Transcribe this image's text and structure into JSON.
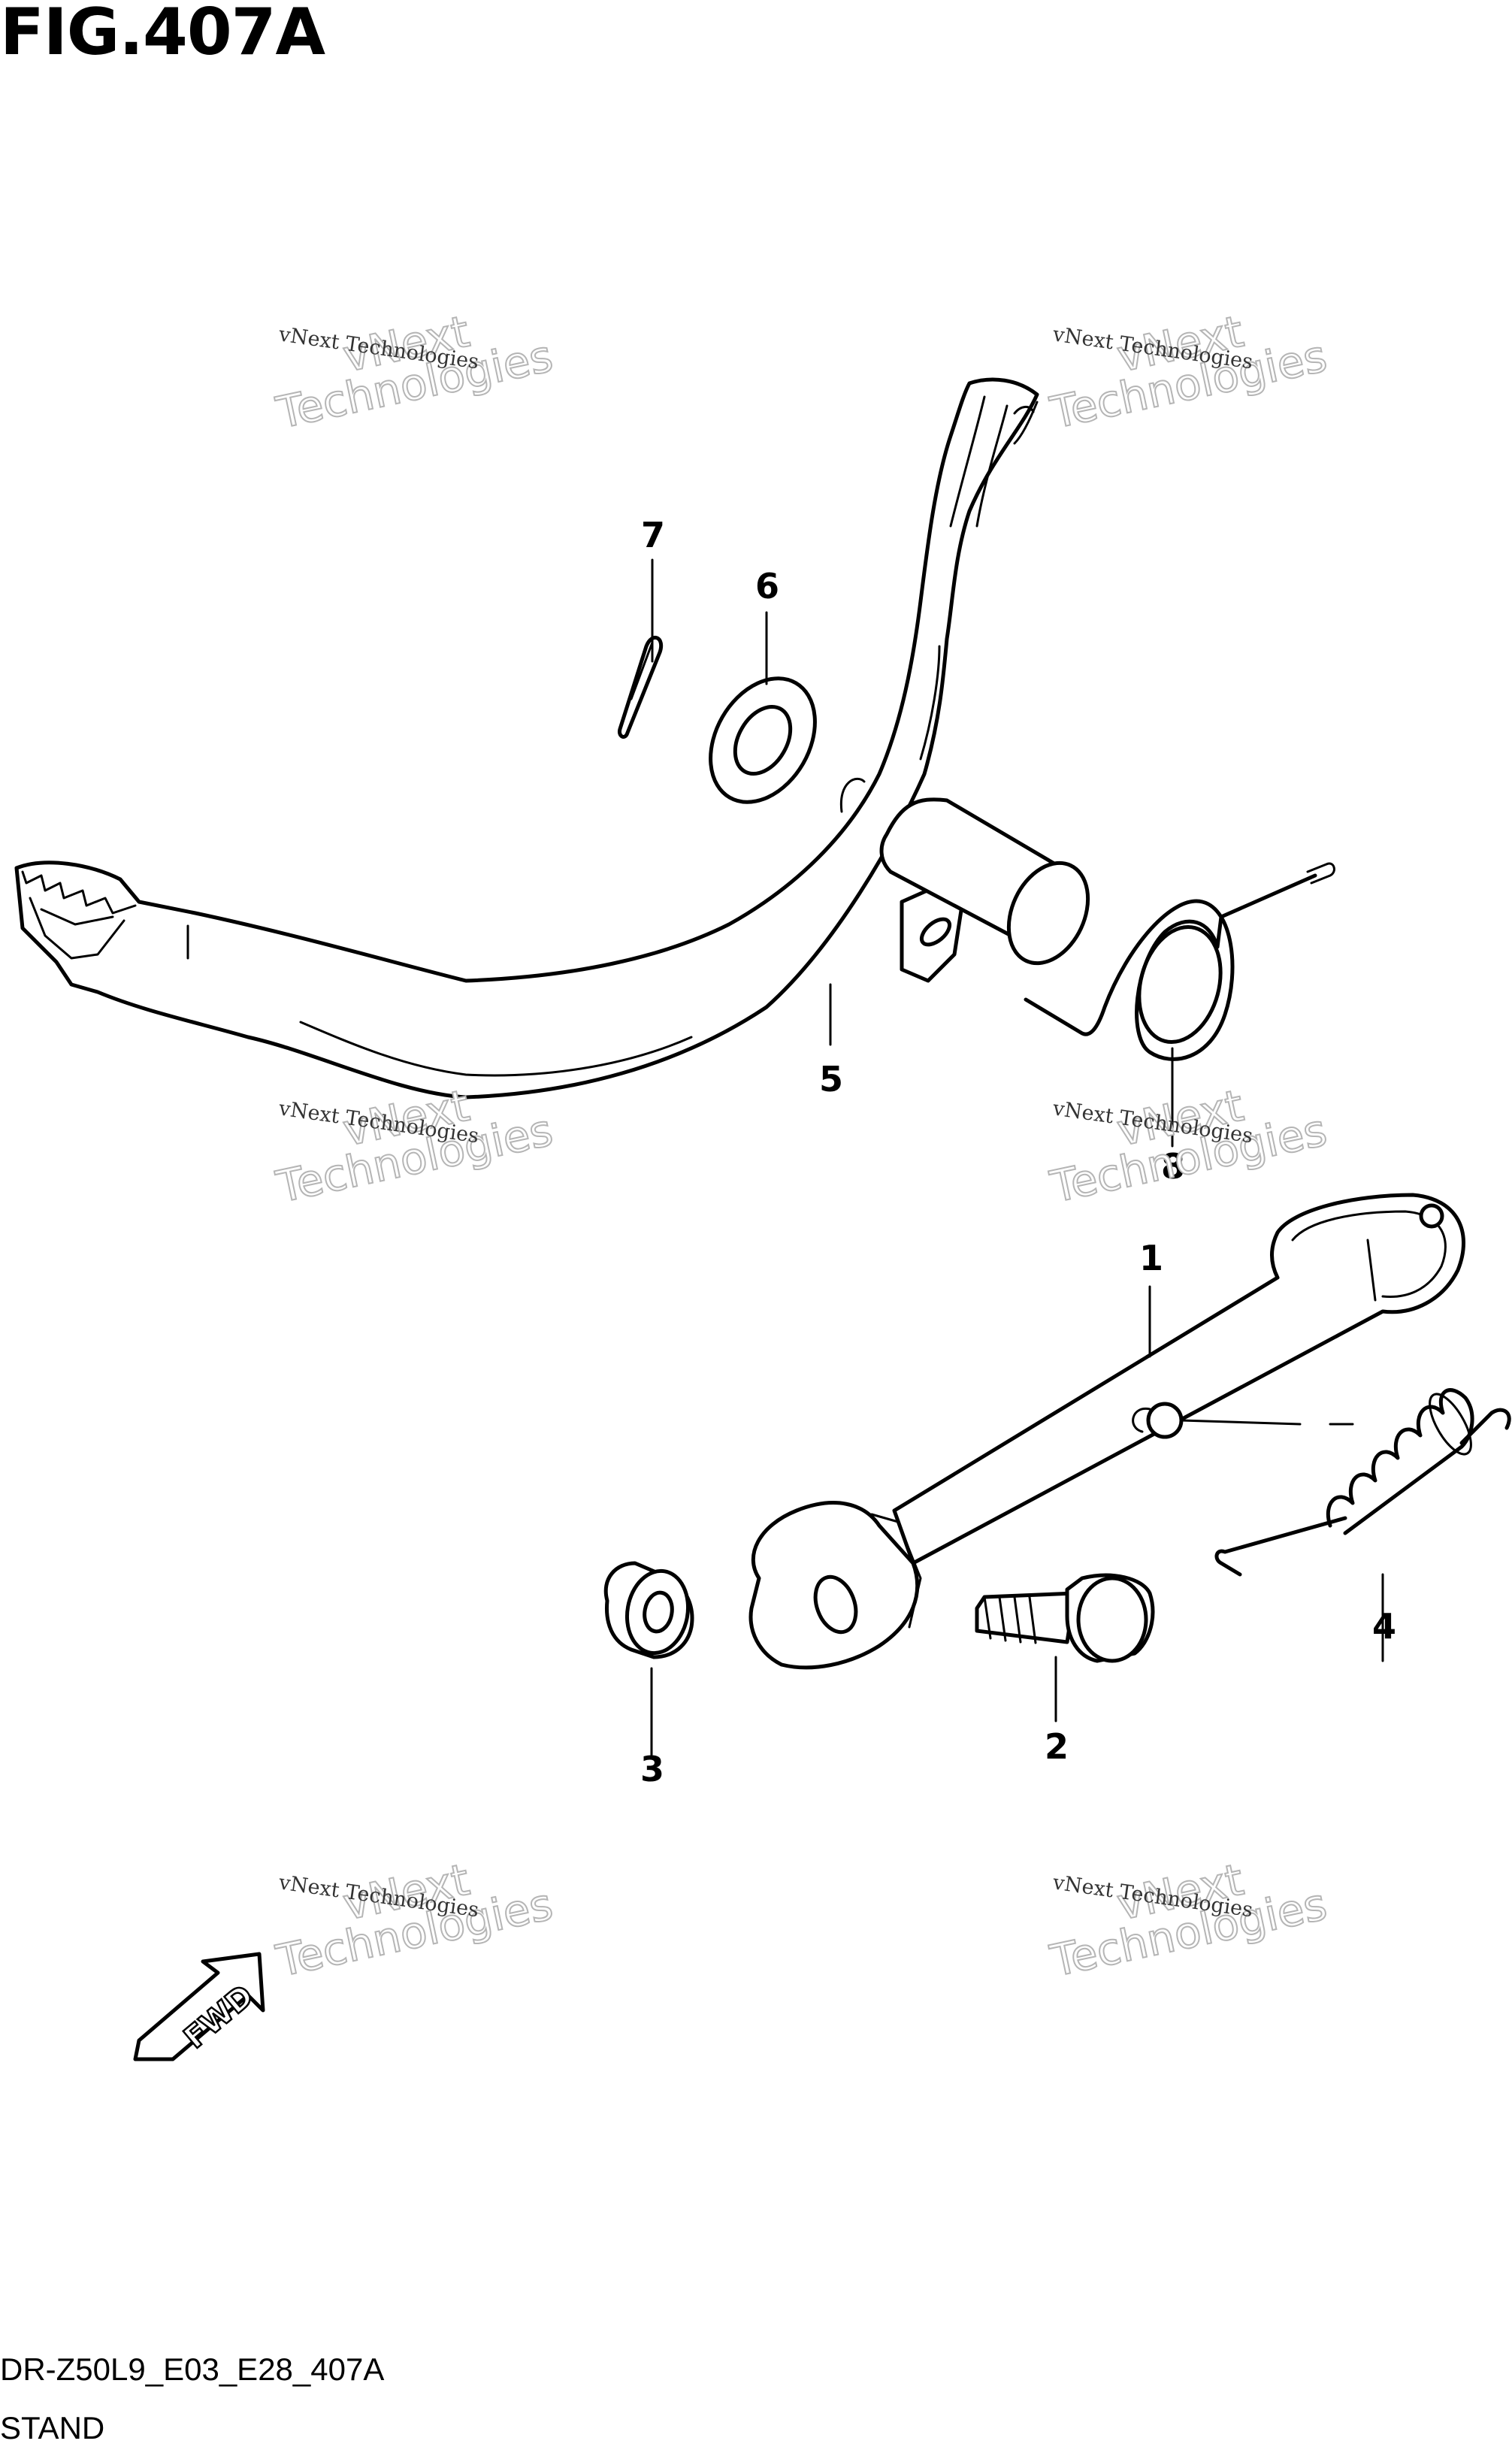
{
  "figure": {
    "title": "FIG.407A",
    "code": "DR-Z50L9_E03_E28_407A",
    "name": "STAND"
  },
  "callouts": [
    "1",
    "2",
    "3",
    "4",
    "5",
    "6",
    "7",
    "8"
  ],
  "direction_indicator": {
    "label": "FWD"
  },
  "watermark": {
    "line1": "vNext Technologies",
    "line2": "vNext",
    "line3": "Technologies"
  }
}
